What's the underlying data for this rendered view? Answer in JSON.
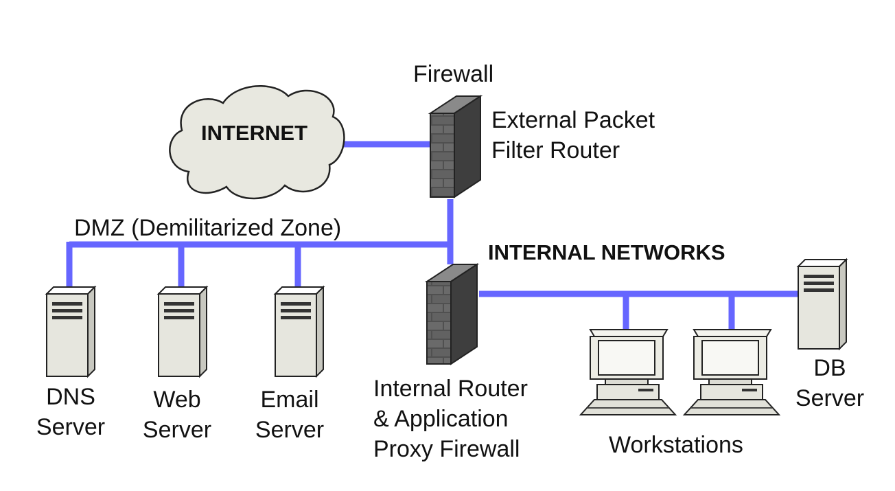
{
  "colors": {
    "link": "#6666ff",
    "cloud_fill": "#e8e8e0",
    "firewall_brick": "#555555",
    "server_fill": "#e6e6de"
  },
  "icons": {
    "internet": "cloud-icon",
    "firewall": "brick-firewall-icon",
    "server": "server-tower-icon",
    "workstation": "workstation-icon"
  },
  "labels": {
    "internet": "INTERNET",
    "firewall_title": "Firewall",
    "external_router": "External Packet\nFilter Router",
    "dmz": "DMZ (Demilitarized Zone)",
    "internal_networks": "INTERNAL NETWORKS",
    "internal_router": "Internal Router\n& Application\nProxy Firewall",
    "dns_server": "DNS\nServer",
    "web_server": "Web\nServer",
    "email_server": "Email\nServer",
    "workstations": "Workstations",
    "db_server": "DB\nServer"
  }
}
